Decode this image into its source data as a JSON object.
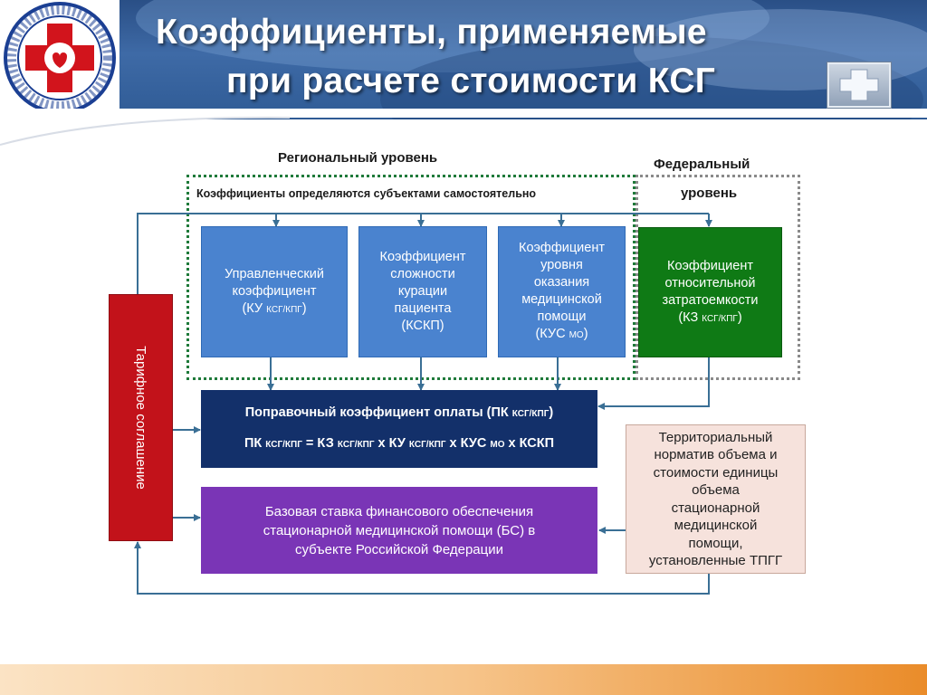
{
  "title": {
    "line1": "Коэффициенты, применяемые",
    "line2": "при расчете стоимости КСГ"
  },
  "icons": {
    "logo": "medical-cross-logo-icon",
    "header": "medical-cross-icon"
  },
  "regional": {
    "heading": "Региональный уровень",
    "note": "Коэффициенты определяются субъектами самостоятельно"
  },
  "federal": {
    "heading_line1": "Федеральный",
    "heading_line2": "уровень"
  },
  "boxes": {
    "ku": {
      "l1": "Управленческий",
      "l2": "коэффициент",
      "l3a": "(КУ ",
      "l3sub": "КСГ/КПГ",
      "l3b": ")"
    },
    "kskp": {
      "l1": "Коэффициент",
      "l2": "сложности",
      "l3": "курации",
      "l4": "пациента",
      "l5": "(КСКП)"
    },
    "kus": {
      "l1": "Коэффициент",
      "l2": "уровня",
      "l3": "оказания",
      "l4": "медицинской",
      "l5": "помощи",
      "l6a": "(КУС ",
      "l6sub": "МО",
      "l6b": ")"
    },
    "kz": {
      "l1": "Коэффициент",
      "l2": "относительной",
      "l3": "затратоемкости",
      "l4a": "(КЗ ",
      "l4sub": "КСГ/КПГ",
      "l4b": ")"
    },
    "pk": {
      "l1a": "Поправочный коэффициент оплаты (ПК ",
      "l1sub": "КСГ/КПГ",
      "l1b": ")",
      "f1": "ПК ",
      "f1sub": "КСГ/КПГ",
      "f2": " = КЗ ",
      "f2sub": "КСГ/КПГ",
      "f3": " х КУ ",
      "f3sub": "КСГ/КПГ",
      "f4": " х КУС ",
      "f4sub": "МО",
      "f5": " х КСКП"
    },
    "bs": {
      "l1": "Базовая ставка финансового обеспечения",
      "l2": "стационарной медицинской помощи (БС) в",
      "l3": "субъекте Российской Федерации"
    },
    "tariff": {
      "label": "Тарифное соглашение"
    },
    "tpgg": {
      "l1": "Территориальный",
      "l2": "норматив объема и",
      "l3": "стоимости единицы",
      "l4": "объема",
      "l5": "стационарной",
      "l6": "медицинской",
      "l7": "помощи,",
      "l8": "установленные ТПГГ"
    }
  },
  "colors": {
    "regional_border": "#1f7a3a",
    "federal_border": "#8a8a8a",
    "arrow": "#3a6f95",
    "blue": "#4a83cf",
    "green": "#0f7a15",
    "navy": "#13306a",
    "purple": "#7a35b6",
    "red": "#c2121a",
    "pink": "#f6e2dc"
  }
}
